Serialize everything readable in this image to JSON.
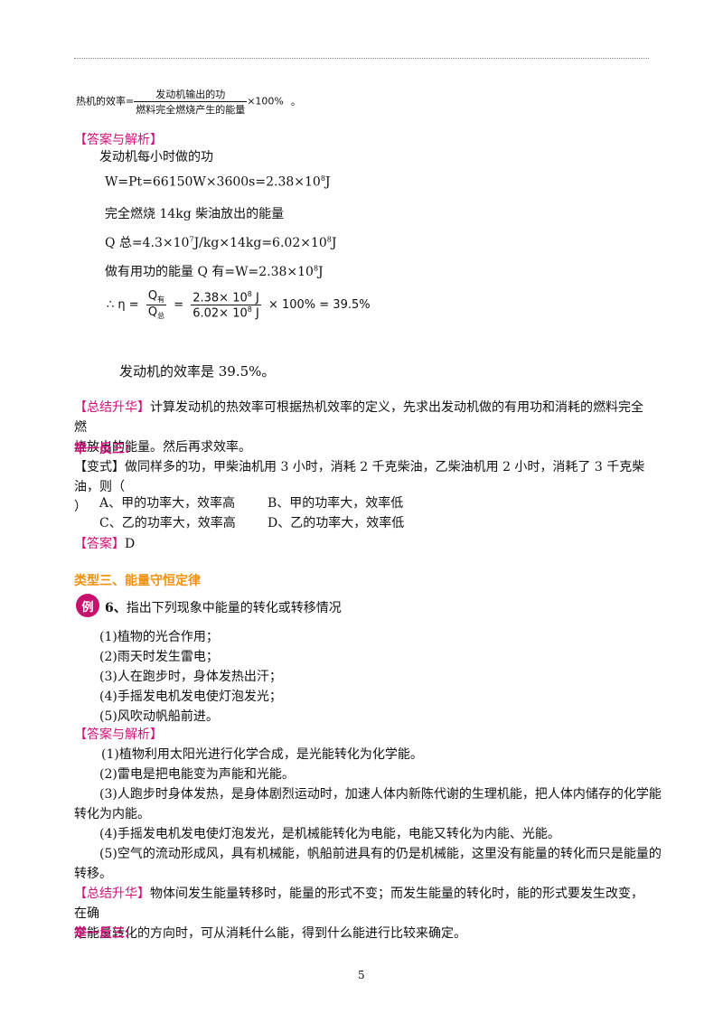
{
  "header_rule": true,
  "formula_efficiency": {
    "prefix": "热机的效率=",
    "numerator": "发动机输出的功",
    "denominator": "燃料完全燃烧产生的能量",
    "suffix": "×100%",
    "end": "。"
  },
  "answer_label_1": "【答案与解析】",
  "sol": {
    "l1": "发动机每小时做的功",
    "l2": "W=Pt=66150W×3600s=2.38×10",
    "l2_exp": "8",
    "l2_unit": "J",
    "l3": "完全燃烧 14kg 柴油放出的能量",
    "l4a": "Q 总=4.3×10",
    "l4_exp1": "7",
    "l4b": "J/kg×14kg=6.02×10",
    "l4_exp2": "8",
    "l4_unit": "J",
    "l5": "做有用功的能量 Q 有=W=2.38×10",
    "l5_exp": "8",
    "l5_unit": "J",
    "eta": {
      "therefore": "∴ η =",
      "q_num": "Q",
      "q_num_sub": "有",
      "q_den": "Q",
      "q_den_sub": "总",
      "val_num": "2.38× 10",
      "val_num_exp": "8",
      "val_num_unit": " J",
      "val_den": "6.02× 10",
      "val_den_exp": "8",
      "val_den_unit": " J",
      "tail": "× 100% = 39.5%"
    },
    "result": "发动机的效率是 39.5%。"
  },
  "summary1": {
    "label": "【总结升华】",
    "text": "计算发动机的热效率可根据热机效率的定义，先求出发动机做的有用功和消耗的燃料完全燃",
    "text2": "烧放出的能量。然后再求效率。"
  },
  "practice_label_1": "举一反三:",
  "variant": {
    "label": "【变式】",
    "text": "做同样多的功，甲柴油机用 3 小时，消耗 2 千克柴油，乙柴油机用 2 小时，消耗了 3 千克柴油，则（",
    "text2": "）",
    "options": [
      "A、甲的功率大，效率高",
      "B、甲的功率大，效率低",
      "C、乙的功率大，效率高",
      "D、乙的功率大，效率低"
    ],
    "answer_label": "【答案】",
    "answer": "D"
  },
  "section_title": "类型三、能量守恒定律",
  "example": {
    "badge": "例",
    "number": "6",
    "sep": "、",
    "question": "指出下列现象中能量的转化或转移情况",
    "items": [
      "(1)植物的光合作用；",
      "(2)雨天时发生雷电；",
      "(3)人在跑步时，身体发热出汗；",
      "(4)手摇发电机发电使灯泡发光；",
      "(5)风吹动帆船前进。"
    ]
  },
  "answer_label_2": "【答案与解析】",
  "explain": [
    "(1)植物利用太阳光进行化学合成，是光能转化为化学能。",
    "(2)雷电是把电能变为声能和光能。",
    "(3)人跑步时身体发热，是身体剧烈运动时，加速人体内新陈代谢的生理机能，把人体内储存的化学能",
    "转化为内能。",
    "(4)手摇发电机发电使灯泡发光，是机械能转化为电能，电能又转化为内能、光能。",
    "(5)空气的流动形成风，具有机械能，帆船前进具有的仍是机械能，这里没有能量的转化而只是能量的",
    "转移。"
  ],
  "summary2": {
    "label": "【总结升华】",
    "text": "物体间发生能量转移时，能量的形式不变；而发生能量的转化时，能的形式要发生改变，在确",
    "text2": "定能量转化的方向时，可从消耗什么能，得到什么能进行比较来确定。"
  },
  "practice_label_2": "举一反三:",
  "page_number": "5"
}
